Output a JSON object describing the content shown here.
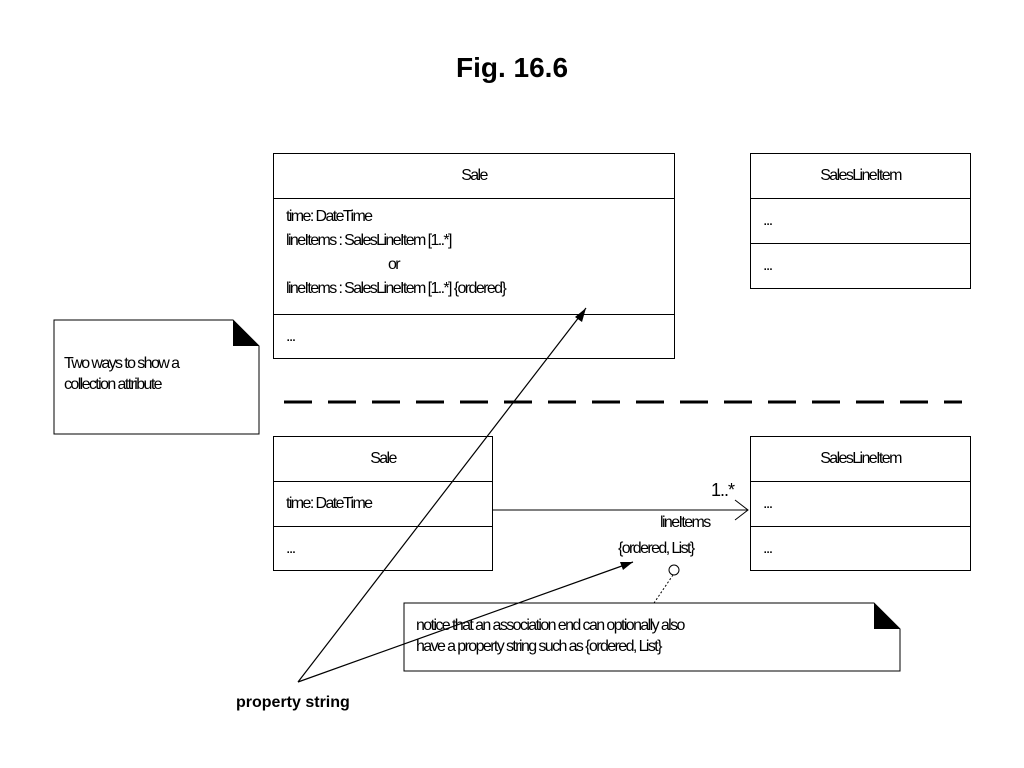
{
  "title": "Fig. 16.6",
  "top_sale": {
    "name": "Sale",
    "attributes": [
      "time: DateTime",
      "lineItems : SalesLineItem [1..*]",
      "or",
      "lineItems : SalesLineItem [1..*] {ordered}"
    ],
    "ops": "..."
  },
  "top_sli": {
    "name": "SalesLineItem",
    "attrs": "...",
    "ops": "..."
  },
  "left_note": {
    "line1": "Two ways to show a",
    "line2": "collection attribute"
  },
  "bottom_sale": {
    "name": "Sale",
    "attr": "time: DateTime",
    "ops": "..."
  },
  "bottom_sli": {
    "name": "SalesLineItem",
    "attrs": "...",
    "ops": "..."
  },
  "association": {
    "multiplicity": "1..*",
    "role": "lineItems",
    "property": "{ordered, List}"
  },
  "bottom_note": {
    "line1": "notice that an association end can optionally also",
    "line2": "have a property string such as {ordered, List}"
  },
  "property_string_label": "property string"
}
